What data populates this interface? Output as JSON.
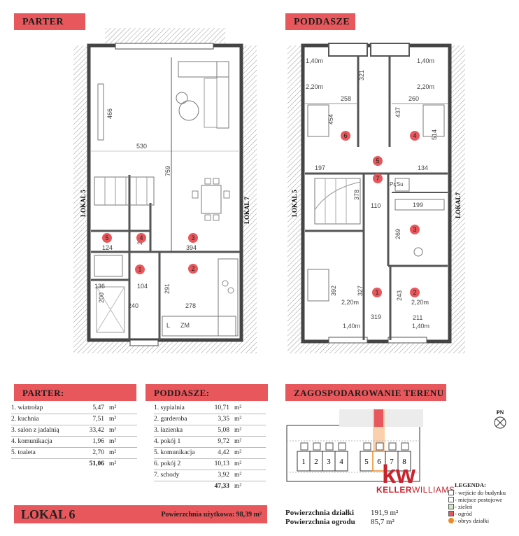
{
  "headers": {
    "parter": "PARTER",
    "poddasze": "PODDASZE",
    "parter_table": "PARTER:",
    "poddasze_table": "PODDASZE:",
    "zagospodarowanie": "ZAGOSPODAROWANIE TERENU"
  },
  "plan_parter": {
    "left_neighbor": "LOKAL 5",
    "right_neighbor": "LOKAL 7",
    "dims": [
      "466",
      "530",
      "759",
      "394",
      "270",
      "124",
      "136",
      "104",
      "200",
      "240",
      "291",
      "278"
    ],
    "room_numbers": [
      "1",
      "2",
      "3",
      "4",
      "5"
    ],
    "kitchen_labels": [
      "L",
      "ZM"
    ]
  },
  "plan_poddasze": {
    "left_neighbor": "LOKAL 5",
    "right_neighbor": "LOKAL7",
    "dims": [
      "1,40m",
      "2,20m",
      "321",
      "1,40m",
      "2,20m",
      "258",
      "437",
      "260",
      "454",
      "514",
      "197",
      "134",
      "378",
      "199",
      "110",
      "269",
      "392",
      "327",
      "243",
      "2,20m",
      "2,20m",
      "319",
      "1,40m",
      "1,40m",
      "211"
    ],
    "room_numbers": [
      "6",
      "4",
      "5",
      "7",
      "3",
      "1",
      "2"
    ],
    "storage_label": "Pr,Su"
  },
  "parter_rooms": [
    {
      "name": "1. wiatrołap",
      "area": "5,47",
      "unit": "m²"
    },
    {
      "name": "2. kuchnia",
      "area": "7,51",
      "unit": "m²"
    },
    {
      "name": "3. salon z jadalnią",
      "area": "33,42",
      "unit": "m²"
    },
    {
      "name": "4. komunikacja",
      "area": "1,96",
      "unit": "m²"
    },
    {
      "name": "5. toaleta",
      "area": "2,70",
      "unit": "m²"
    }
  ],
  "parter_total": {
    "area": "51,06",
    "unit": "m²"
  },
  "poddasze_rooms": [
    {
      "name": "1. sypialnia",
      "area": "10,71",
      "unit": "m²"
    },
    {
      "name": "2. garderoba",
      "area": "3,35",
      "unit": "m²"
    },
    {
      "name": "3. łazienka",
      "area": "5,08",
      "unit": "m²"
    },
    {
      "name": "4. pokój 1",
      "area": "9,72",
      "unit": "m²"
    },
    {
      "name": "5. komunikacja",
      "area": "4,42",
      "unit": "m²"
    },
    {
      "name": "6. pokój 2",
      "area": "10,13",
      "unit": "m²"
    },
    {
      "name": "7. schody",
      "area": "3,92",
      "unit": "m²"
    }
  ],
  "poddasze_total": {
    "area": "47,33",
    "unit": "m²"
  },
  "lokal": {
    "title": "LOKAL 6",
    "area_text": "Powierzchnia użytkowa: 98,39 m²"
  },
  "site": {
    "units": [
      "1",
      "2",
      "3",
      "4",
      "5",
      "6",
      "7",
      "8"
    ],
    "north": "PN",
    "plot_label": "Powierzchnia działki",
    "plot_value": "191,9 m²",
    "garden_label": "Powierzchnia ogrodu",
    "garden_value": "85,7 m²"
  },
  "legend": {
    "title": "LEGENDA:",
    "items": [
      "- wejście do budynku",
      "- miejsce postojowe",
      "- zieleń",
      "- ogród",
      "- obrys działki"
    ]
  },
  "brand": {
    "logo": "kw",
    "name_bold": "KELLER",
    "name_regular": "WILLIAMS"
  },
  "colors": {
    "accent": "#e8575b",
    "brand_red": "#c8242e",
    "wall": "#555555",
    "hatch": "#999999"
  }
}
